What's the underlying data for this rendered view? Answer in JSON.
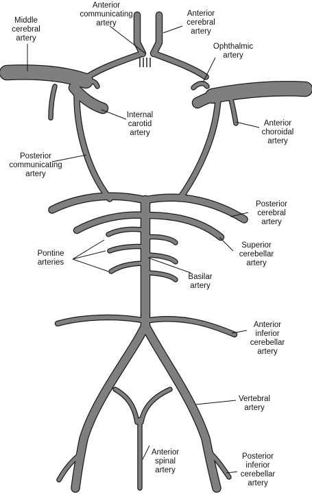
{
  "labels": {
    "middle_cerebral": "Middle\ncerebral\nartery",
    "anterior_communicating": "Anterior\ncommunicating\nartery",
    "anterior_cerebral": "Anterior\ncerebral\nartery",
    "ophthalmic": "Ophthalmic\nartery",
    "internal_carotid": "Internal\ncarotid\nartery",
    "anterior_choroidal": "Anterior\nchoroidal\nartery",
    "posterior_communicating": "Posterior\ncommunicating\nartery",
    "posterior_cerebral": "Posterior\ncerebral\nartery",
    "superior_cerebellar": "Superior\ncerebellar\nartery",
    "pontine": "Pontine\narteries",
    "basilar": "Basilar\nartery",
    "anterior_inferior_cerebellar": "Anterior\ninferior\ncerebellar\nartery",
    "vertebral": "Vertebral\nartery",
    "anterior_spinal": "Anterior\nspinal\nartery",
    "posterior_inferior_cerebellar": "Posterior\ninferior\ncerebellar\nartery"
  },
  "colors": {
    "artery_fill": "#7f7f7f",
    "artery_outline": "#1a1a1a",
    "text": "#111111"
  }
}
